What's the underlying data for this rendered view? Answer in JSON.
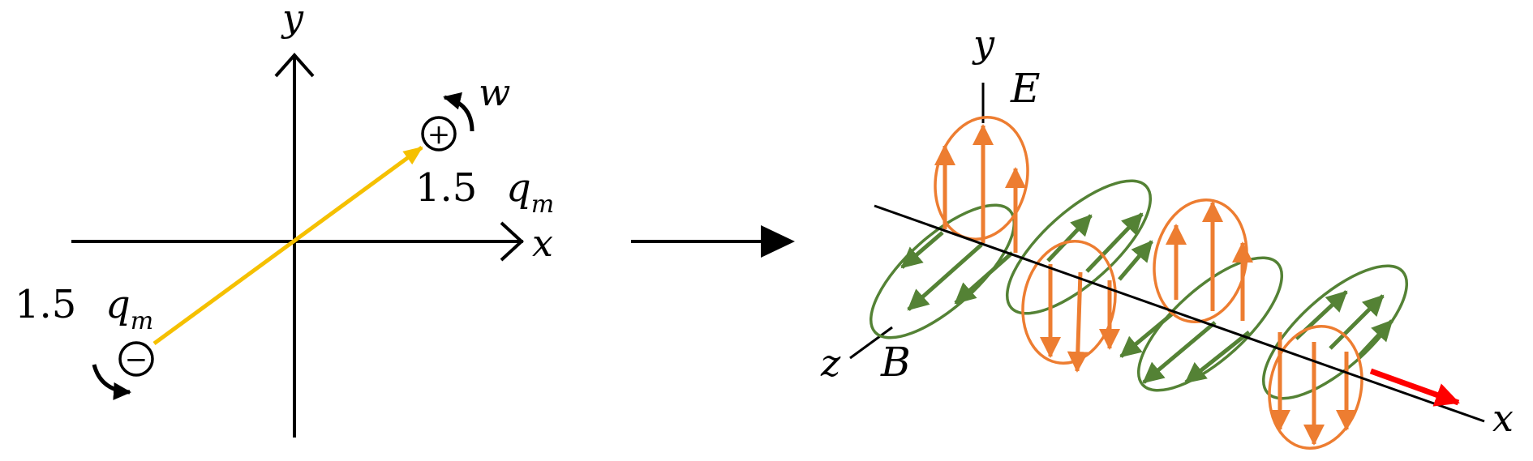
{
  "left_panel": {
    "y_axis_label": "y",
    "x_axis_label": "x",
    "positive_charge": {
      "symbol": "+",
      "value": "1.5",
      "unit": "q",
      "unit_sub": "m",
      "rotation_label": "w"
    },
    "negative_charge": {
      "symbol": "−",
      "value": "1.5",
      "unit": "q",
      "unit_sub": "m"
    }
  },
  "right_panel": {
    "y_axis_label": "y",
    "z_axis_label": "z",
    "x_axis_label": "x",
    "electric_field_label": "E",
    "magnetic_field_label": "B"
  },
  "colors": {
    "axis": "#000000",
    "dipole": "#f5c000",
    "electric_field": "#ed7d31",
    "magnetic_field": "#548235",
    "propagation": "#ff0000"
  }
}
